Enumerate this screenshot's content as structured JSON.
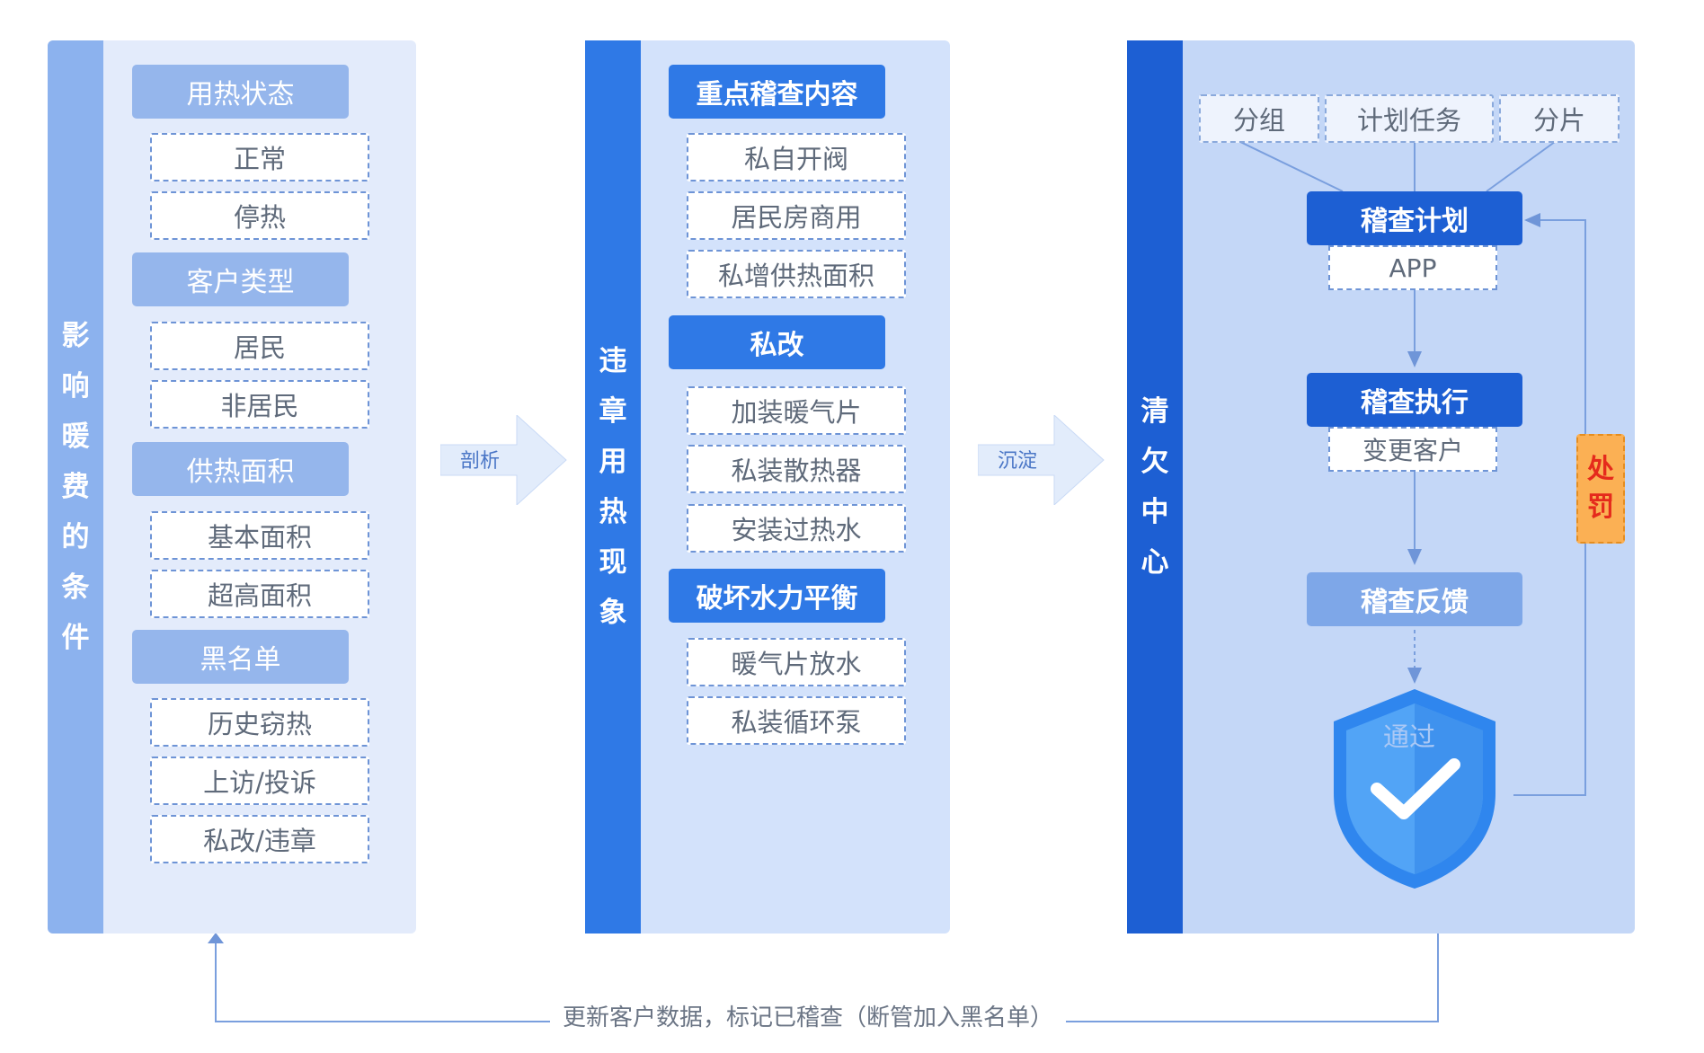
{
  "panel1": {
    "vertical_title": [
      "影",
      "响",
      "暖",
      "费",
      "的",
      "条",
      "件"
    ],
    "groups": [
      {
        "header": "用热状态",
        "items": [
          "正常",
          "停热"
        ]
      },
      {
        "header": "客户类型",
        "items": [
          "居民",
          "非居民"
        ]
      },
      {
        "header": "供热面积",
        "items": [
          "基本面积",
          "超高面积"
        ]
      },
      {
        "header": "黑名单",
        "items": [
          "历史窃热",
          "上访/投诉",
          "私改/违章"
        ]
      }
    ]
  },
  "arrow1_label": "剖析",
  "panel2": {
    "vertical_title": [
      "违",
      "章",
      "用",
      "热",
      "现",
      "象"
    ],
    "groups": [
      {
        "header": "重点稽查内容",
        "items": [
          "私自开阀",
          "居民房商用",
          "私增供热面积"
        ]
      },
      {
        "header": "私改",
        "items": [
          "加装暖气片",
          "私装散热器",
          "安装过热水"
        ]
      },
      {
        "header": "破坏水力平衡",
        "items": [
          "暖气片放水",
          "私装循环泵"
        ]
      }
    ]
  },
  "arrow2_label": "沉淀",
  "panel3": {
    "vertical_title": [
      "清",
      "欠",
      "中",
      "心"
    ],
    "tags": [
      "分组",
      "计划任务",
      "分片"
    ],
    "plan": "稽查计划",
    "plan_sub": "APP",
    "exec": "稽查执行",
    "exec_sub": "变更客户",
    "feedback": "稽查反馈",
    "shield_label": "通过",
    "penalty": [
      "处",
      "罚"
    ]
  },
  "bottom_label": "更新客户数据，标记已稽查（断管加入黑名单）",
  "colors": {
    "panel1_bar": "#8cb2ee",
    "panel2_bar": "#2f79e6",
    "panel3_bar": "#1d5fd3",
    "penalty": "#fbb054",
    "penalty_text": "#e52a1c"
  }
}
